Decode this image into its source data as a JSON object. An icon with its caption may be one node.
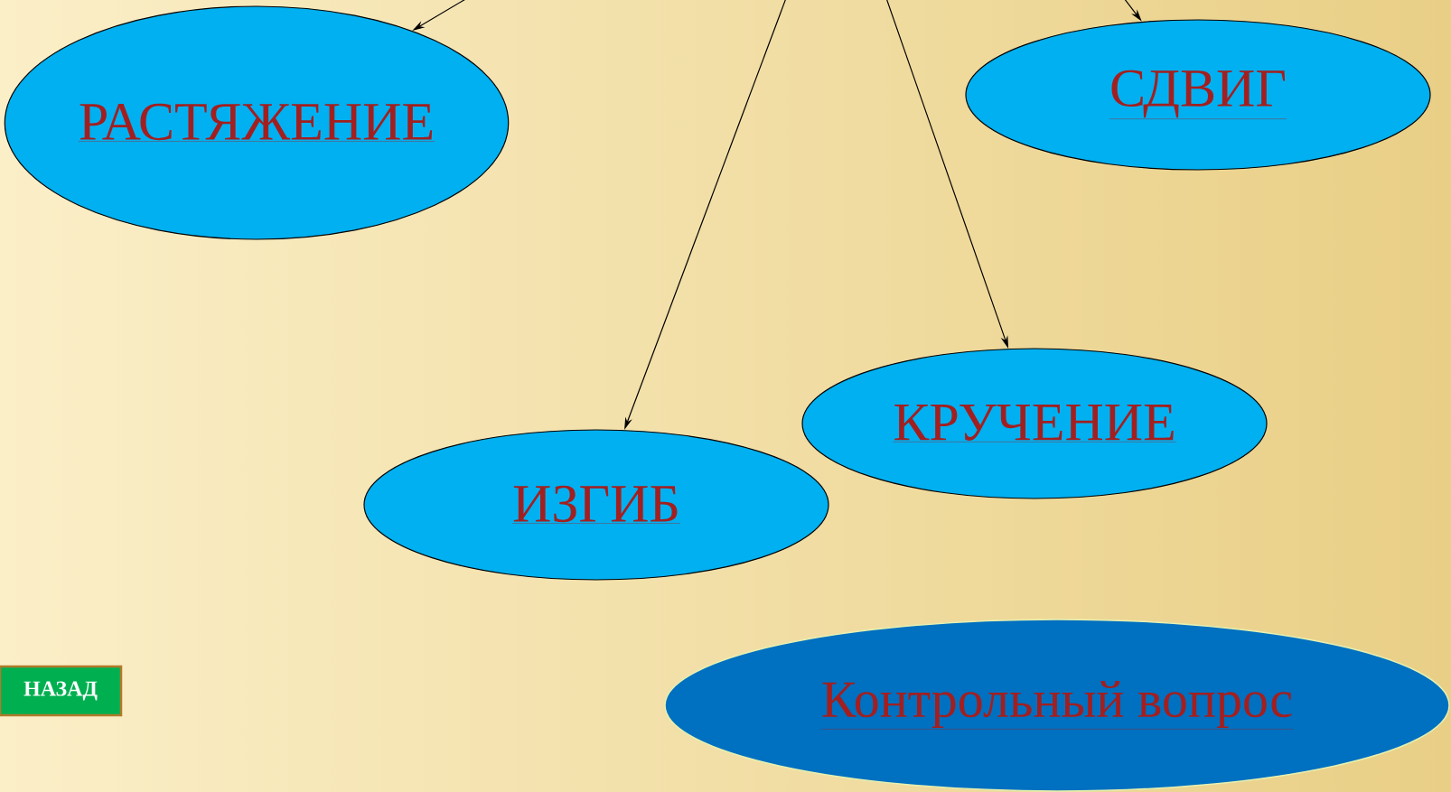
{
  "diagram": {
    "nodes": [
      {
        "text": [
          "РАСТЯЖЕНИЕ"
        ]
      },
      {
        "text": [
          "СДВИГ"
        ]
      },
      {
        "text": [
          "КРУЧЕНИЕ"
        ]
      },
      {
        "text": [
          "ИЗГИБ"
        ]
      },
      {
        "text": [
          "НАЗАД"
        ]
      },
      {
        "text": [
          "Контрольный вопрос"
        ]
      }
    ],
    "edges": [
      {
        "from": null,
        "to": 0,
        "arrow": "to"
      },
      {
        "from": null,
        "to": 3,
        "arrow": "to"
      },
      {
        "from": null,
        "to": 2,
        "arrow": "to"
      },
      {
        "from": null,
        "to": 1,
        "arrow": "to"
      }
    ]
  }
}
